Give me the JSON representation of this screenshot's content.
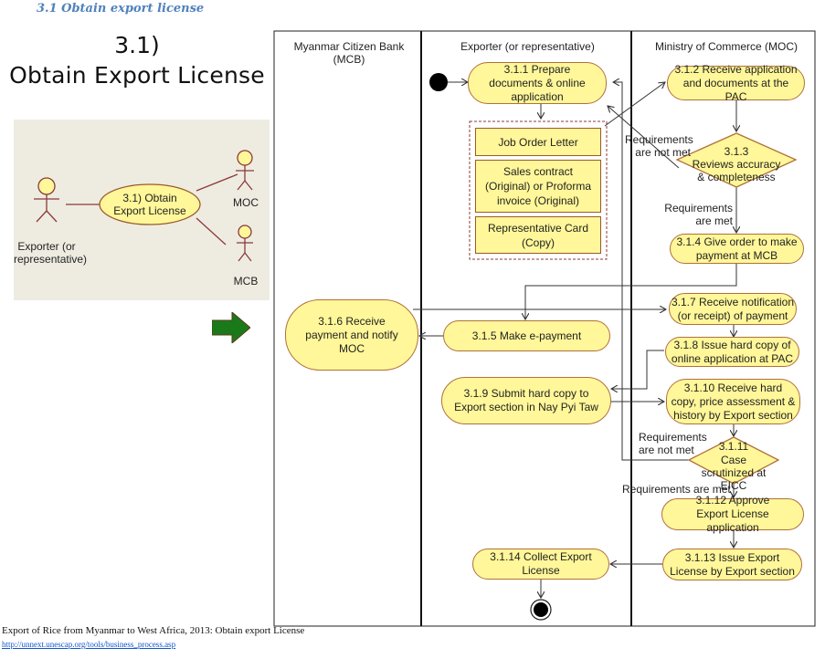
{
  "section_heading": "3.1 Obtain export license",
  "slide": {
    "number": "3.1)",
    "title": "Obtain Export License"
  },
  "use_case": {
    "use_case_label": "3.1) Obtain Export License",
    "actors": [
      {
        "name": "Exporter (or representative)"
      },
      {
        "name": "MOC"
      },
      {
        "name": "MCB"
      }
    ],
    "transition_arrow_icon": "right-arrow-green"
  },
  "activity_diagram": {
    "lanes": [
      {
        "title": "Myanmar Citizen Bank (MCB)"
      },
      {
        "title": "Exporter (or representative)"
      },
      {
        "title": "Ministry of Commerce (MOC)"
      }
    ],
    "activities": {
      "a311": "3.1.1 Prepare documents & online application",
      "a312": "3.1.2 Receive application and documents at the PAC",
      "a313_num": "3.1.3",
      "a313": "Reviews accuracy & completeness",
      "a314": "3.1.4 Give order to make payment at MCB",
      "a315": "3.1.5 Make  e-payment",
      "a316": "3.1.6 Receive payment and notify MOC",
      "a317": "3.1.7 Receive notification (or receipt) of payment",
      "a318": "3.1.8 Issue hard copy of online application at PAC",
      "a319": "3.1.9 Submit hard copy to Export section in Nay Pyi Taw",
      "a3110": "3.1.10  Receive hard copy, price assessment & history by Export section",
      "a3111_num": "3.1.11",
      "a3111": "Case scrutinized at EICC",
      "a3112": "3.1.12 Approve Export License application",
      "a3113": "3.1.13 Issue Export License by Export section",
      "a3114": "3.1.14 Collect Export License"
    },
    "documents": [
      "Job Order Letter",
      "Sales contract (Original) or   Proforma invoice (Original)",
      "Representative Card (Copy)"
    ],
    "guards": {
      "not_met_1": "Requirements are not met",
      "met_1": "Requirements are met",
      "not_met_2": "Requirements are not met",
      "met_2": "Requirements are met"
    },
    "colors": {
      "activity_fill": "#fff799",
      "activity_border": "#b0703a",
      "arrow_green": "#1a7a1a"
    }
  },
  "caption": "Export of Rice from Myanmar to West Africa, 2013: Obtain export License",
  "source_link": "http://unnext.unescap.org/tools/business_process.asp"
}
